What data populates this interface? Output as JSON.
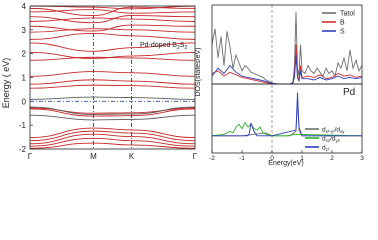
{
  "chart_data": [
    {
      "type": "line",
      "title": "",
      "annotation": "Pd-doped B2S2",
      "annotation_parts": {
        "base": "Pd-doped B",
        "sub1": "2",
        "mid": "S",
        "sub2": "2"
      },
      "ylabel": "Energy  ( eV)",
      "xlabel": "",
      "ylim": [
        -2,
        4
      ],
      "yticks": [
        -2,
        -1,
        0,
        1,
        2,
        3,
        4
      ],
      "ytick_labels": [
        "-2",
        "-1",
        "0",
        "1",
        "2",
        "3",
        "4"
      ],
      "xtick_labels": [
        "Γ",
        "M",
        "K",
        "Γ"
      ],
      "xtick_positions": [
        0,
        1,
        1.6,
        2.6
      ],
      "kpath_end": 2.6,
      "high_symmetry_lines": [
        1,
        1.6
      ],
      "fermi_level": 0,
      "grid": false,
      "colors": {
        "pristine": "#c82828",
        "doped": "#5a5a5a",
        "markers": "#2a4ea8"
      },
      "series": [
        {
          "kind": "pristine",
          "kx": [
            0,
            1,
            1.6,
            2.6
          ],
          "y": [
            -1.97,
            -1.75,
            -1.83,
            -1.97
          ]
        },
        {
          "kind": "pristine",
          "kx": [
            0,
            1,
            1.6,
            2.6
          ],
          "y": [
            -1.88,
            -1.55,
            -1.65,
            -1.88
          ]
        },
        {
          "kind": "pristine",
          "kx": [
            0,
            1,
            1.6,
            2.6
          ],
          "y": [
            -1.78,
            -1.38,
            -1.48,
            -1.78
          ]
        },
        {
          "kind": "pristine",
          "kx": [
            0,
            1,
            1.6,
            2.6
          ],
          "y": [
            -1.65,
            -1.25,
            -1.33,
            -1.65
          ]
        },
        {
          "kind": "pristine",
          "kx": [
            0,
            1,
            1.6,
            2.6
          ],
          "y": [
            -1.52,
            -1.12,
            -1.2,
            -1.52
          ]
        },
        {
          "kind": "pristine",
          "kx": [
            0,
            1,
            1.6,
            2.6
          ],
          "y": [
            -0.32,
            -0.62,
            -0.6,
            -0.32
          ]
        },
        {
          "kind": "pristine",
          "kx": [
            0,
            1,
            1.6,
            2.6
          ],
          "y": [
            -0.28,
            -0.5,
            -0.48,
            -0.28
          ]
        },
        {
          "kind": "doped",
          "kx": [
            0,
            1,
            1.6,
            2.6
          ],
          "y": [
            -0.24,
            -0.55,
            -0.53,
            -0.24
          ]
        },
        {
          "kind": "doped",
          "kx": [
            0,
            1,
            1.6,
            2.6
          ],
          "y": [
            -0.58,
            -0.78,
            -0.76,
            -0.58
          ]
        },
        {
          "kind": "doped",
          "kx": [
            0,
            1,
            1.6,
            2.6
          ],
          "y": [
            0.08,
            0.18,
            0.16,
            0.08
          ]
        },
        {
          "kind": "pristine",
          "kx": [
            0,
            1,
            1.6,
            2.6
          ],
          "y": [
            0.55,
            0.68,
            0.66,
            0.55
          ]
        },
        {
          "kind": "pristine",
          "kx": [
            0,
            1,
            1.6,
            2.6
          ],
          "y": [
            0.72,
            0.9,
            0.85,
            0.72
          ]
        },
        {
          "kind": "pristine",
          "kx": [
            0,
            1,
            1.6,
            2.6
          ],
          "y": [
            1.05,
            1.25,
            1.2,
            1.05
          ]
        },
        {
          "kind": "pristine",
          "kx": [
            0,
            1,
            1.6,
            2.6
          ],
          "y": [
            1.72,
            1.85,
            1.82,
            1.72
          ]
        },
        {
          "kind": "pristine",
          "kx": [
            0,
            1,
            1.6,
            2.6
          ],
          "y": [
            2.05,
            1.8,
            1.9,
            2.05
          ]
        },
        {
          "kind": "pristine",
          "kx": [
            0,
            1,
            1.6,
            2.6
          ],
          "y": [
            2.45,
            2.1,
            2.25,
            2.45
          ]
        },
        {
          "kind": "pristine",
          "kx": [
            0,
            1,
            1.6,
            2.6
          ],
          "y": [
            2.6,
            2.85,
            2.75,
            2.6
          ]
        },
        {
          "kind": "pristine",
          "kx": [
            0,
            1,
            1.6,
            2.6
          ],
          "y": [
            2.9,
            3.05,
            3.0,
            2.9
          ]
        },
        {
          "kind": "pristine",
          "kx": [
            0,
            1,
            1.6,
            2.6
          ],
          "y": [
            3.15,
            2.95,
            3.2,
            3.15
          ]
        },
        {
          "kind": "pristine",
          "kx": [
            0,
            1,
            1.6,
            2.6
          ],
          "y": [
            3.35,
            3.5,
            3.45,
            3.35
          ]
        },
        {
          "kind": "pristine",
          "kx": [
            0,
            1,
            1.6,
            2.6
          ],
          "y": [
            3.55,
            3.3,
            3.6,
            3.55
          ]
        },
        {
          "kind": "pristine",
          "kx": [
            0,
            1,
            1.6,
            2.6
          ],
          "y": [
            3.75,
            3.85,
            3.7,
            3.75
          ]
        },
        {
          "kind": "pristine",
          "kx": [
            0,
            1,
            1.6,
            2.6
          ],
          "y": [
            3.9,
            3.6,
            3.95,
            3.9
          ]
        },
        {
          "kind": "pristine",
          "kx": [
            0,
            1,
            1.6,
            2.6
          ],
          "y": [
            4.0,
            3.95,
            3.88,
            4.0
          ]
        }
      ]
    },
    {
      "type": "line",
      "title": "",
      "ylabel": "DOS(states/eV)",
      "xlabel": "Energy(eV)",
      "xlim": [
        -2,
        3
      ],
      "xticks": [
        -2,
        -1,
        0,
        1,
        2,
        3
      ],
      "xtick_labels": [
        "-2",
        "-1",
        "0",
        "1",
        "2",
        "3"
      ],
      "fermi_level": 0,
      "grid": false,
      "panels": [
        {
          "name": "total",
          "legend_position": "top-right",
          "series": [
            {
              "name": "Tatol",
              "color": "#6e6e6e",
              "x": [
                -2,
                -1.9,
                -1.8,
                -1.7,
                -1.6,
                -1.5,
                -1.4,
                -1.3,
                -1.2,
                -1.1,
                -1.0,
                -0.9,
                -0.8,
                -0.7,
                -0.6,
                -0.5,
                -0.4,
                -0.3,
                -0.2,
                -0.1,
                0,
                0.1,
                0.2,
                0.3,
                0.4,
                0.5,
                0.6,
                0.65,
                0.7,
                0.75,
                0.8,
                0.85,
                0.9,
                0.95,
                1.0,
                1.1,
                1.2,
                1.3,
                1.4,
                1.5,
                1.6,
                1.7,
                1.8,
                1.9,
                2.0,
                2.1,
                2.2,
                2.3,
                2.4,
                2.5,
                2.6,
                2.7,
                2.8,
                2.9,
                3.0
              ],
              "y": [
                30,
                42,
                20,
                36,
                14,
                40,
                28,
                12,
                22,
                16,
                10,
                14,
                12,
                9,
                8,
                7,
                6,
                5,
                3,
                2,
                1,
                0,
                0,
                0,
                0,
                0,
                0,
                0,
                2,
                14,
                55,
                12,
                6,
                30,
                10,
                8,
                14,
                10,
                8,
                12,
                9,
                6,
                12,
                8,
                10,
                6,
                16,
                12,
                20,
                10,
                26,
                12,
                18,
                10,
                14
              ]
            },
            {
              "name": "B",
              "color": "#d23232",
              "x": [
                -2,
                -1.8,
                -1.6,
                -1.4,
                -1.2,
                -1.0,
                -0.8,
                -0.6,
                -0.4,
                -0.2,
                0,
                0.2,
                0.4,
                0.6,
                0.7,
                0.75,
                0.8,
                0.85,
                0.9,
                0.95,
                1.0,
                1.2,
                1.4,
                1.6,
                1.8,
                2.0,
                2.2,
                2.4,
                2.6,
                2.8,
                3.0
              ],
              "y": [
                8,
                10,
                6,
                9,
                7,
                5,
                4,
                3,
                2,
                1,
                0.5,
                0,
                0,
                0,
                1,
                7,
                30,
                6,
                3,
                14,
                5,
                6,
                5,
                7,
                4,
                5,
                8,
                6,
                7,
                5,
                6
              ]
            },
            {
              "name": "S",
              "color": "#2e3ec0",
              "x": [
                -2,
                -1.8,
                -1.6,
                -1.4,
                -1.2,
                -1.0,
                -0.8,
                -0.6,
                -0.4,
                -0.2,
                0,
                0.2,
                0.4,
                0.6,
                0.7,
                0.75,
                0.8,
                0.85,
                0.9,
                0.95,
                1.0,
                1.2,
                1.4,
                1.6,
                1.8,
                2.0,
                2.2,
                2.4,
                2.6,
                2.8,
                3.0
              ],
              "y": [
                6,
                12,
                8,
                14,
                9,
                6,
                5,
                4,
                3,
                2,
                0.5,
                0,
                0,
                0,
                1,
                5,
                22,
                5,
                2,
                10,
                4,
                4,
                3,
                5,
                3,
                4,
                6,
                4,
                5,
                4,
                5
              ]
            }
          ]
        },
        {
          "name": "Pd",
          "label": "Pd",
          "legend_position": "bottom-right",
          "legend_labels": [
            {
              "main": "d",
              "sub": "x²-y²",
              "sep": "/d",
              "sub2": "xy"
            },
            {
              "main": "d",
              "sub": "xz",
              "sep": "/d",
              "sub2": "yz"
            },
            {
              "main": "d",
              "sub": "z²",
              "sep": "",
              "sub2": ""
            }
          ],
          "series": [
            {
              "name": "dx2-y2/dxy",
              "color": "#6e6e6e",
              "x": [
                -2,
                -1.0,
                -0.6,
                -0.2,
                0,
                0.6,
                0.8,
                0.85,
                0.9,
                0.95,
                1.0,
                2,
                3
              ],
              "y": [
                0,
                0,
                0.1,
                0.2,
                0,
                0,
                0.3,
                2.5,
                0.4,
                0.2,
                0,
                0,
                0
              ]
            },
            {
              "name": "dxz/dyz",
              "color": "#28b428",
              "x": [
                -2,
                -1.6,
                -1.4,
                -1.3,
                -1.2,
                -1.1,
                -1.0,
                -0.9,
                -0.8,
                -0.7,
                -0.6,
                -0.5,
                -0.4,
                -0.3,
                -0.2,
                0,
                0.5,
                0.8,
                3
              ],
              "y": [
                0,
                0.1,
                0.3,
                0.2,
                0.6,
                0.8,
                0.5,
                0.9,
                0.6,
                0.8,
                0.5,
                0.4,
                0.6,
                0.2,
                0.1,
                0,
                0,
                0.1,
                0
              ]
            },
            {
              "name": "dz2",
              "color": "#2e3ec0",
              "x": [
                -2,
                -0.8,
                -0.75,
                -0.7,
                -0.6,
                -0.5,
                0,
                0.8,
                0.85,
                0.9,
                0.95,
                1.0,
                3
              ],
              "y": [
                0,
                0,
                0.2,
                0.9,
                0.3,
                0,
                0,
                0.4,
                3.0,
                0.6,
                0.3,
                0,
                0
              ]
            }
          ]
        }
      ]
    }
  ]
}
